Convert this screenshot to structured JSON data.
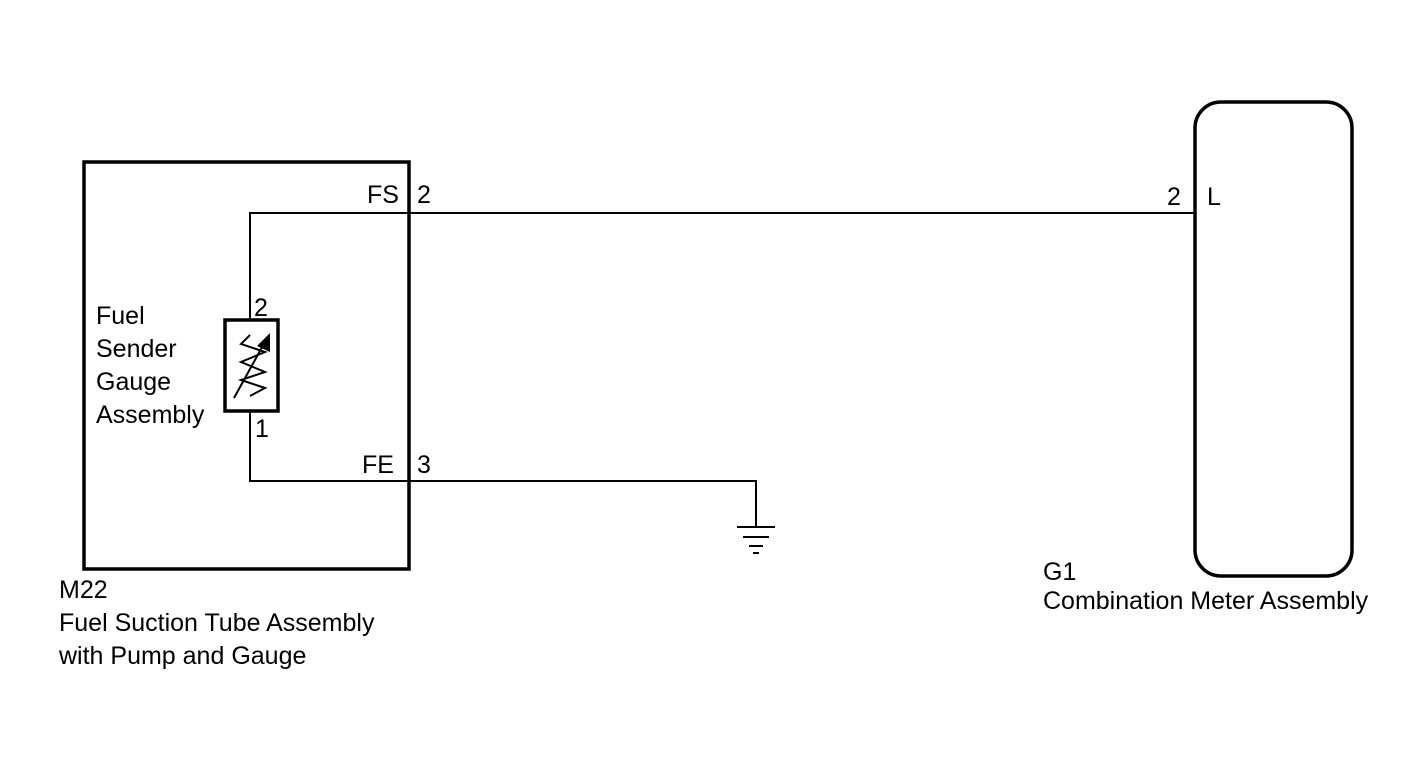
{
  "fuel_sender": {
    "line1": "Fuel",
    "line2": "Sender",
    "line3": "Gauge",
    "line4": "Assembly",
    "pin_top": "2",
    "pin_bottom": "1"
  },
  "m22": {
    "code": "M22",
    "name_line1": "Fuel Suction Tube Assembly",
    "name_line2": "with Pump and Gauge",
    "pin_fs_name": "FS",
    "pin_fs_num": "2",
    "pin_fe_name": "FE",
    "pin_fe_num": "3"
  },
  "g1": {
    "code": "G1",
    "name": "Combination Meter Assembly",
    "pin_num": "2",
    "pin_name": "L"
  }
}
